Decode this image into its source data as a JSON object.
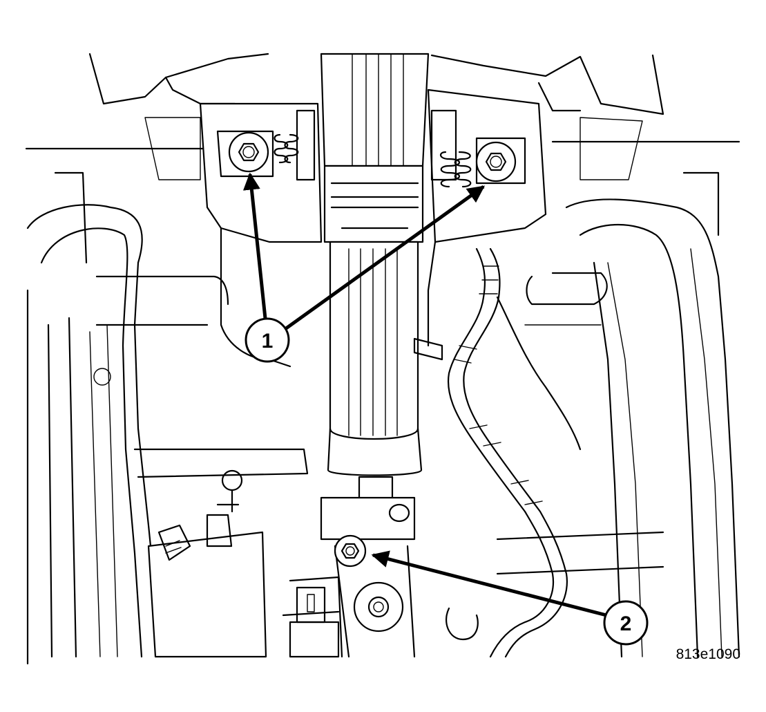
{
  "callouts": [
    {
      "id": "c1",
      "label": "1"
    },
    {
      "id": "c2",
      "label": "2"
    }
  ],
  "figure_id": "813e1090",
  "colors": {
    "line": "#000000",
    "background": "#ffffff"
  }
}
